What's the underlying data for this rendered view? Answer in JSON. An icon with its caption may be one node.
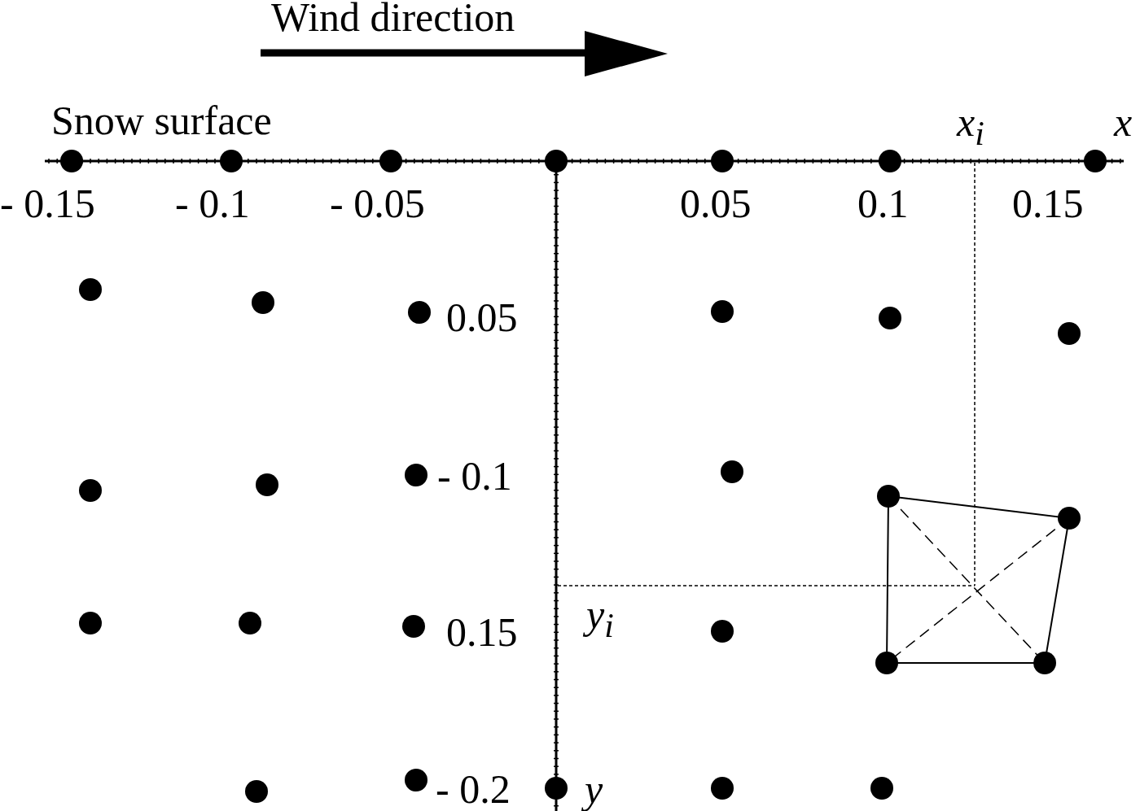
{
  "diagram": {
    "labels": [
      "Wind direction",
      "Snow surface",
      "x$_{i}$",
      "x",
      "- 0.15",
      "- 0.1",
      "- 0.05",
      "0.05",
      "0.1",
      "0.15",
      "0.05",
      "- 0.1",
      "0.15",
      "y$_{i}$",
      "- 0.2",
      "y"
    ]
  }
}
